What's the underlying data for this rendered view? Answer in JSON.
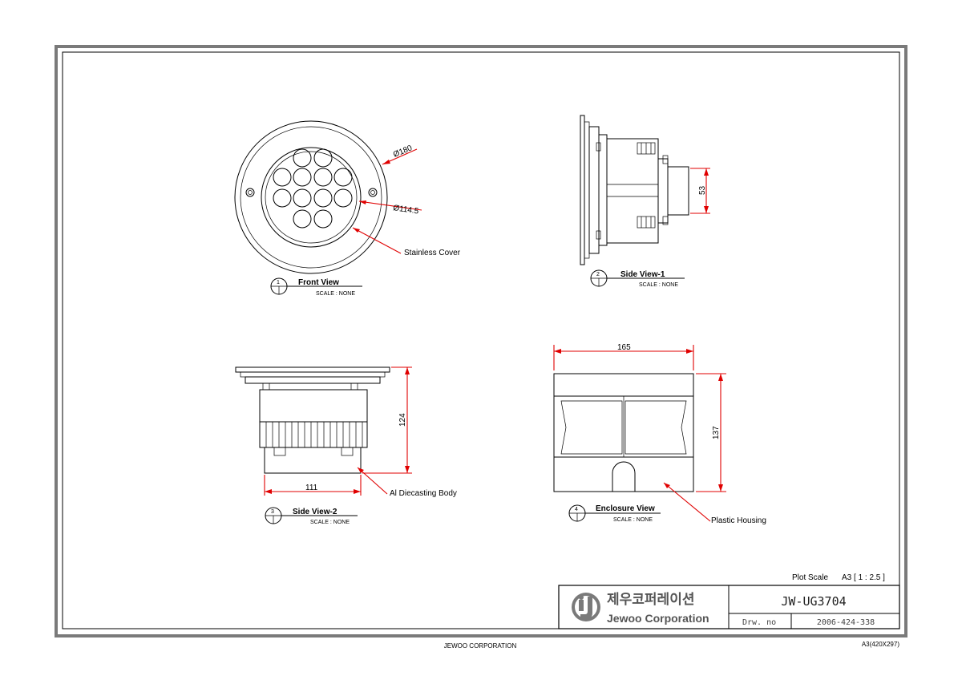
{
  "views": {
    "front": {
      "number": "1",
      "title": "Front View",
      "scale": "SCALE : NONE",
      "dia_outer": "Ø180",
      "dia_inner": "Ø114.5",
      "callout": "Stainless Cover"
    },
    "side1": {
      "number": "2",
      "title": "Side View-1",
      "scale": "SCALE : NONE",
      "dim": "53"
    },
    "side2": {
      "number": "3",
      "title": "Side View-2",
      "scale": "SCALE : NONE",
      "dim_height": "124",
      "dim_width": "111",
      "callout": "Al Diecasting Body"
    },
    "enclosure": {
      "number": "4",
      "title": "Enclosure View",
      "scale": "SCALE : NONE",
      "dim_width": "165",
      "dim_height": "137",
      "callout": "Plastic Housing"
    }
  },
  "title_block": {
    "plot_scale_label": "Plot Scale",
    "plot_scale_value": "A3 [ 1 : 2.5 ]",
    "company_korean": "제우코퍼레이션",
    "company_english": "Jewoo Corporation",
    "model": "JW-UG3704",
    "drw_no_label": "Drw. no",
    "drw_no_value": "2006-424-338"
  },
  "footer": {
    "company": "JEWOO CORPORATION",
    "paper": "A3(420X297)"
  },
  "colors": {
    "dimension": "#e00000",
    "frame": "#7a7a7a",
    "line": "#000000"
  }
}
